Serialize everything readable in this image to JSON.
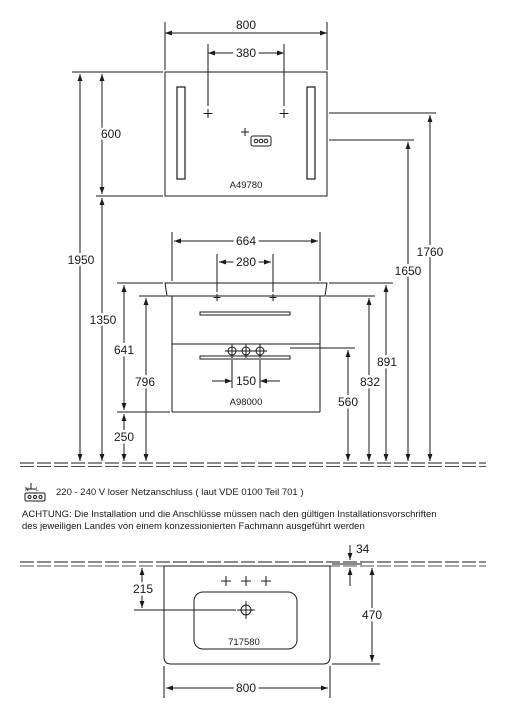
{
  "top_view": {
    "mirror_width": "800",
    "light_spacing": "380",
    "mirror_height": "600",
    "mirror_top_height": "1950",
    "mirror_bottom_height": "1350",
    "right_height_1760": "1760",
    "right_height_1650": "1650",
    "mirror_label": "A49780",
    "cabinet_width": "664",
    "tap_spacing": "280",
    "cabinet_label": "A98000",
    "drain_spacing": "150",
    "height_641": "641",
    "height_796": "796",
    "height_250": "250",
    "height_891": "891",
    "height_832": "832",
    "height_560": "560"
  },
  "notes": {
    "power_text": "220 - 240 V loser Netzanschluss ( laut VDE 0100 Teil 701 )",
    "warning_line1": "ACHTUNG: Die Installation und die Anschlüsse müssen nach den gültigen Installationsvorschriften",
    "warning_line2": "des jeweiligen Landes von einem konzessionierten Fachmann ausgeführt werden"
  },
  "plan_view": {
    "offset_34": "34",
    "tap_offset": "215",
    "depth": "470",
    "width": "800",
    "basin_label": "717580"
  },
  "icons": [
    "electrical-connection-icon"
  ]
}
